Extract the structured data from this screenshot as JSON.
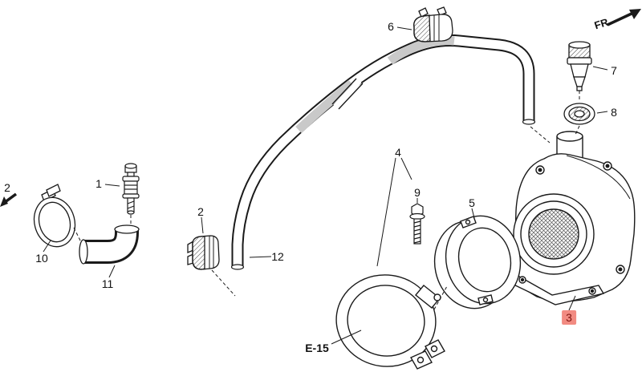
{
  "diagram": {
    "type": "exploded-parts-diagram",
    "background_color": "#ffffff",
    "line_color": "#1a1a1a",
    "highlight": {
      "bg_color": "#f28b82",
      "text_color": "#7e1410"
    },
    "direction_indicator": {
      "label": "FR."
    },
    "reference_link": {
      "label": "E-15"
    },
    "edge_callout": {
      "label": "2"
    },
    "parts": [
      {
        "number": "1"
      },
      {
        "number": "2"
      },
      {
        "number": "3",
        "highlighted": true
      },
      {
        "number": "4"
      },
      {
        "number": "5"
      },
      {
        "number": "6"
      },
      {
        "number": "7"
      },
      {
        "number": "8"
      },
      {
        "number": "9"
      },
      {
        "number": "10"
      },
      {
        "number": "11"
      },
      {
        "number": "12"
      }
    ]
  }
}
